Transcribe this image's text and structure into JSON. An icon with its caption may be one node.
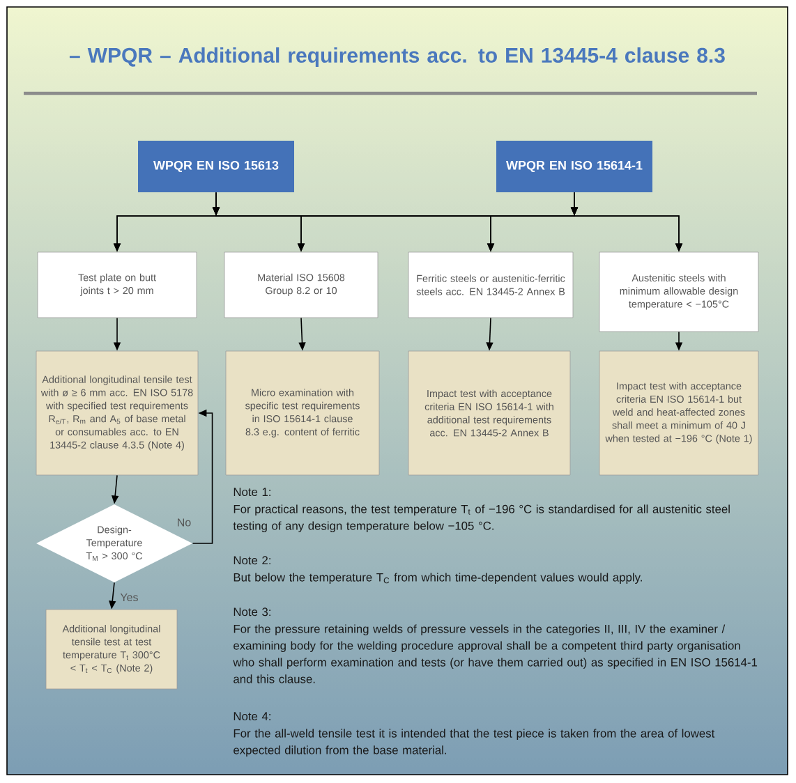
{
  "diagram": {
    "title": "– WPQR – Additional requirements acc. to EN 13445-4 clause 8.3",
    "nodes": [
      {
        "text": [
          "WPQR EN ISO 15613"
        ]
      },
      {
        "text": [
          "WPQR EN ISO 15614-1"
        ]
      },
      {
        "text": [
          "Test plate on butt joints t > 20 mm"
        ]
      },
      {
        "text": [
          "Material ISO 15608 Group 8.2 or 10"
        ]
      },
      {
        "text": [
          "Ferritic steels or austenitic-ferritic steels acc. EN 13445-2 Annex B"
        ]
      },
      {
        "text": [
          "Austenitic steels with minimum allowable design temperature < −105°C"
        ]
      },
      {
        "text": [
          "Additional longitudinal tensile test with ø ≥ 6 mm acc. EN ISO 5178 with specified test requirements R$_{e/T}$, R$_{m}$ and A$_{5}$ of base metal or consumables acc. to EN 13445-2 clause 4.3.5 (Note 4)"
        ]
      },
      {
        "text": [
          "Micro examination with specific test requirements in ISO 15614-1 clause 8.3 e.g. content of ferritic"
        ]
      },
      {
        "text": [
          "Impact test with acceptance criteria EN ISO 15614-1 with additional test requirements acc. EN 13445-2 Annex B"
        ]
      },
      {
        "text": [
          "Impact test with acceptance criteria EN ISO 15614-1 but weld and heat-affected zones shall meet a minimum of 40 J when tested at −196 °C (Note 1)"
        ]
      },
      {
        "text": [
          "Design-Temperature T$_{M}$ > 300 °C"
        ]
      },
      {
        "text": [
          "Additional longitudinal tensile test at test temperature T$_{t}$ 300°C < T$_{t}$ < T$_{C}$ (Note 2)"
        ]
      }
    ],
    "edges": [
      {
        "from": 0,
        "to": 2,
        "arrow": "to"
      },
      {
        "from": 0,
        "to": 3,
        "arrow": "to"
      },
      {
        "from": 0,
        "to": 4,
        "arrow": "to"
      },
      {
        "from": 0,
        "to": 5,
        "arrow": "to"
      },
      {
        "from": 1,
        "to": 2,
        "arrow": "to"
      },
      {
        "from": 1,
        "to": 3,
        "arrow": "to"
      },
      {
        "from": 1,
        "to": 4,
        "arrow": "to"
      },
      {
        "from": 1,
        "to": 5,
        "arrow": "to"
      },
      {
        "from": 2,
        "to": 6,
        "arrow": "to"
      },
      {
        "from": 3,
        "to": 7,
        "arrow": "to"
      },
      {
        "from": 4,
        "to": 8,
        "arrow": "to"
      },
      {
        "from": 5,
        "to": 9,
        "arrow": "to"
      },
      {
        "from": 6,
        "to": 10,
        "arrow": "to"
      },
      {
        "from": 10,
        "to": 11,
        "arrow": "to",
        "label": "Yes"
      },
      {
        "from": 10,
        "to": 6,
        "arrow": "to",
        "label": "No"
      }
    ],
    "labels": [
      "Note 1:",
      "For practical reasons, the test temperature T$_{t}$ of −196 °C is standardised for all austenitic steel testing of any design temperature below −105 °C.",
      "Note 2:",
      "But below the temperature T$_{C}$ from which time-dependent values would apply.",
      "Note 3:",
      "For the pressure retaining welds of pressure vessels in the categories II, III, IV the examiner / examining body for the welding procedure approval shall be a competent third party organisation who shall perform examination and tests (or have them carried out) as specified in EN ISO 15614-1 and this clause.",
      "Note 4:",
      "For the all-weld tensile test it is intended that the test piece is taken from the area of lowest expected dilution from the base material."
    ]
  }
}
